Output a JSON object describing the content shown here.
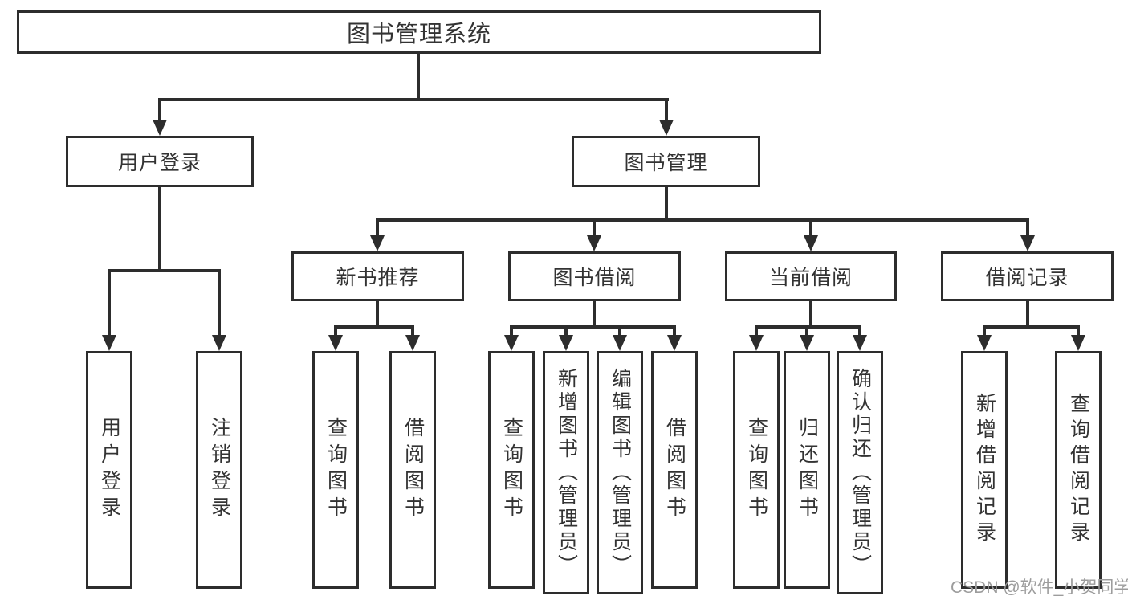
{
  "diagram_title": "图书管理系统",
  "nodes": {
    "root": "图书管理系统",
    "user_login": "用户登录",
    "book_mgmt": "图书管理",
    "new_book_rec": "新书推荐",
    "book_borrow": "图书借阅",
    "current_borrow": "当前借阅",
    "borrow_record": "借阅记录",
    "login": "用户登录",
    "logout": "注销登录",
    "nb_query": "查询图书",
    "nb_borrow": "借阅图书",
    "bb_query": "查询图书",
    "bb_add": "新增图书（管理员）",
    "bb_edit": "编辑图书（管理员）",
    "bb_borrow": "借阅图书",
    "cb_query": "查询图书",
    "cb_return": "归还图书",
    "cb_confirm": "确认归还（管理员）",
    "br_add": "新增借阅记录",
    "br_query": "查询借阅记录"
  },
  "edges": [
    [
      "root",
      "user_login"
    ],
    [
      "root",
      "book_mgmt"
    ],
    [
      "user_login",
      "login"
    ],
    [
      "user_login",
      "logout"
    ],
    [
      "book_mgmt",
      "new_book_rec"
    ],
    [
      "book_mgmt",
      "book_borrow"
    ],
    [
      "book_mgmt",
      "current_borrow"
    ],
    [
      "book_mgmt",
      "borrow_record"
    ],
    [
      "new_book_rec",
      "nb_query"
    ],
    [
      "new_book_rec",
      "nb_borrow"
    ],
    [
      "book_borrow",
      "bb_query"
    ],
    [
      "book_borrow",
      "bb_add"
    ],
    [
      "book_borrow",
      "bb_edit"
    ],
    [
      "book_borrow",
      "bb_borrow"
    ],
    [
      "current_borrow",
      "cb_query"
    ],
    [
      "current_borrow",
      "cb_return"
    ],
    [
      "current_borrow",
      "cb_confirm"
    ],
    [
      "borrow_record",
      "br_add"
    ],
    [
      "borrow_record",
      "br_query"
    ]
  ],
  "watermark": {
    "text": "CSDN @软件_小贺同学"
  },
  "colors": {
    "line": "#2d2d2d",
    "text": "#333333",
    "watermark": "#9c9c9c",
    "bg": "#ffffff",
    "fill": "#ffffff"
  }
}
